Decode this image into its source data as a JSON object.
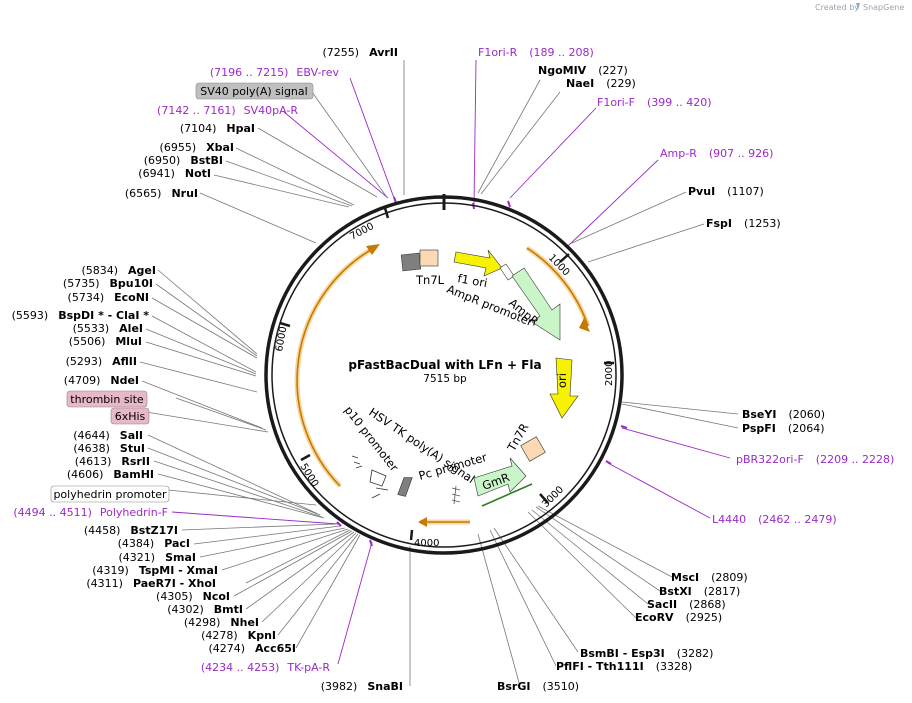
{
  "credit": {
    "prefix": "Created by",
    "brand": "SnapGene"
  },
  "plasmid": {
    "name": "pFastBacDual with LFn + Fla",
    "size": "7515 bp"
  },
  "ticks": [
    "1000",
    "2000",
    "3000",
    "4000",
    "5000",
    "6000",
    "7000"
  ],
  "sites": [
    {
      "num": "(7255)",
      "name": "AvrII"
    },
    {
      "num": "(227)",
      "name": "NgoMIV"
    },
    {
      "num": "(229)",
      "name": "NaeI"
    },
    {
      "num": "(1107)",
      "name": "PvuI"
    },
    {
      "num": "(1253)",
      "name": "FspI"
    },
    {
      "num": "(2060)",
      "name": "BseYI"
    },
    {
      "num": "(2064)",
      "name": "PspFI"
    },
    {
      "num": "(2809)",
      "name": "MscI"
    },
    {
      "num": "(2817)",
      "name": "BstXI"
    },
    {
      "num": "(2868)",
      "name": "SacII"
    },
    {
      "num": "(2925)",
      "name": "EcoRV"
    },
    {
      "num": "(3282)",
      "name": "BsmBI - Esp3I"
    },
    {
      "num": "(3328)",
      "name": "PflFI - Tth111I"
    },
    {
      "num": "(3510)",
      "name": "BsrGI"
    },
    {
      "num": "(3982)",
      "name": "SnaBI"
    },
    {
      "num": "(7104)",
      "name": "HpaI"
    },
    {
      "num": "(6955)",
      "name": "XbaI"
    },
    {
      "num": "(6950)",
      "name": "BstBI"
    },
    {
      "num": "(6941)",
      "name": "NotI"
    },
    {
      "num": "(6565)",
      "name": "NruI"
    },
    {
      "num": "(5834)",
      "name": "AgeI"
    },
    {
      "num": "(5735)",
      "name": "Bpu10I"
    },
    {
      "num": "(5734)",
      "name": "EcoNI"
    },
    {
      "num": "(5593)",
      "name": "BspDI * - ClaI *"
    },
    {
      "num": "(5533)",
      "name": "AleI"
    },
    {
      "num": "(5506)",
      "name": "MluI"
    },
    {
      "num": "(5293)",
      "name": "AflII"
    },
    {
      "num": "(4709)",
      "name": "NdeI"
    },
    {
      "num": "(4644)",
      "name": "SalI"
    },
    {
      "num": "(4638)",
      "name": "StuI"
    },
    {
      "num": "(4613)",
      "name": "RsrII"
    },
    {
      "num": "(4606)",
      "name": "BamHI"
    },
    {
      "num": "(4458)",
      "name": "BstZ17I"
    },
    {
      "num": "(4384)",
      "name": "PacI"
    },
    {
      "num": "(4321)",
      "name": "SmaI"
    },
    {
      "num": "(4319)",
      "name": "TspMI - XmaI"
    },
    {
      "num": "(4311)",
      "name": "PaeR7I - XhoI"
    },
    {
      "num": "(4305)",
      "name": "NcoI"
    },
    {
      "num": "(4302)",
      "name": "BmtI"
    },
    {
      "num": "(4298)",
      "name": "NheI"
    },
    {
      "num": "(4278)",
      "name": "KpnI"
    },
    {
      "num": "(4274)",
      "name": "Acc65I"
    }
  ],
  "primers": [
    {
      "label": "F1ori-R",
      "range": "(189 .. 208)"
    },
    {
      "label": "F1ori-F",
      "range": "(399 .. 420)"
    },
    {
      "label": "Amp-R",
      "range": "(907 .. 926)"
    },
    {
      "label": "pBR322ori-F",
      "range": "(2209 .. 2228)"
    },
    {
      "label": "L4440",
      "range": "(2462 .. 2479)"
    },
    {
      "label": "EBV-rev",
      "range": "(7196 .. 7215)"
    },
    {
      "label": "SV40pA-R",
      "range": "(7142 .. 7161)"
    },
    {
      "label": "Polyhedrin-F",
      "range": "(4494 .. 4511)"
    },
    {
      "label": "TK-pA-R",
      "range": "(4234 .. 4253)"
    }
  ],
  "boxed_features": [
    "SV40 poly(A) signal",
    "thrombin site",
    "6xHis",
    "polyhedrin promoter"
  ],
  "features": [
    "Tn7L",
    "f1 ori",
    "AmpR promoter",
    "AmpR",
    "ori",
    "Tn7R",
    "GmR",
    "Pc promoter",
    "HSV TK poly(A) signal",
    "p10 promoter"
  ],
  "colors": {
    "backbone": "#1a1a1a",
    "primer": "#9b29c9",
    "feature_yellow": "#f7f200",
    "feature_green": "#c9f5c9",
    "feature_peach": "#fbd9b4",
    "orange_arc": "#f0a330",
    "grey_box": "#bfbfbf",
    "pink_box": "#e8b8c8"
  }
}
